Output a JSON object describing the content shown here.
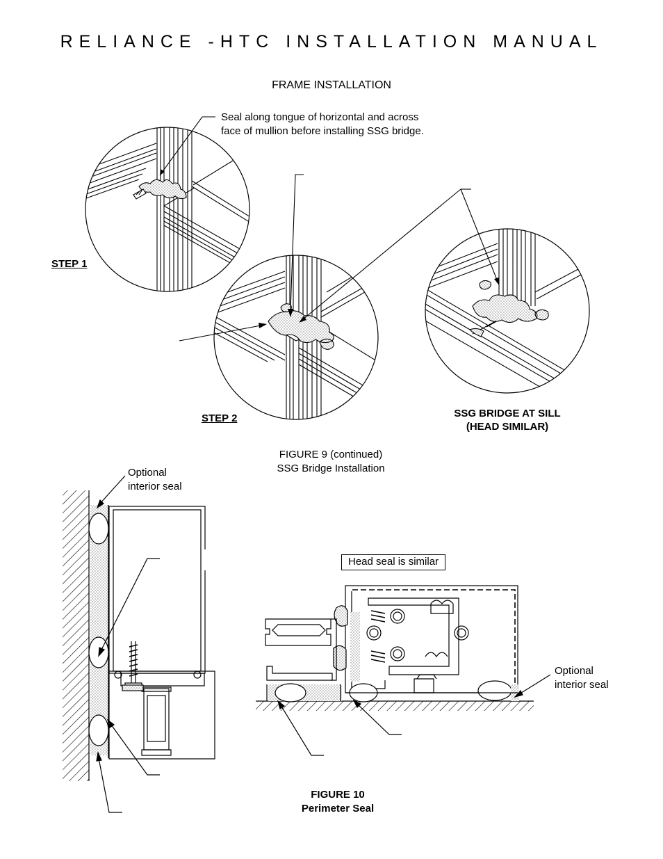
{
  "header": {
    "title": "RELIANCE -HTC INSTALLATION MANUAL"
  },
  "section": {
    "title": "FRAME INSTALLATION"
  },
  "figure9": {
    "callout": [
      "Seal along tongue of horizontal and across",
      "face of mullion before installing SSG bridge."
    ],
    "step1": "STEP 1",
    "step2": "STEP 2",
    "sill_caption": [
      "SSG BRIDGE AT SILL",
      "(HEAD SIMILAR)"
    ],
    "caption": [
      "FIGURE 9 (continued)",
      "SSG Bridge Installation"
    ]
  },
  "figure10": {
    "optional_seal_left": [
      "Optional",
      "interior seal"
    ],
    "head_seal_note": "Head seal is similar",
    "optional_seal_right": [
      "Optional",
      "interior seal"
    ],
    "caption": [
      "FIGURE 10",
      "Perimeter Seal"
    ]
  }
}
